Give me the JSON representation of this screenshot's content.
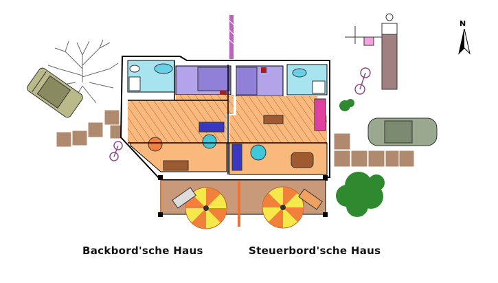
{
  "north": {
    "label": "N"
  },
  "captions": {
    "left": "Backbord'sche Haus",
    "right": "Steuerbord'sche Haus"
  },
  "colors": {
    "floor_orange": "#f9b97c",
    "hatch": "#b06030",
    "bath_blue": "#a8e4f0",
    "bed_lavender": "#b3a3e8",
    "terrace_brown": "#c89a7a",
    "paving": "#b08a6e",
    "tree_green": "#2f8a2f",
    "umbrella_yellow": "#f5e84a",
    "umbrella_orange": "#f0803a"
  },
  "icons": [
    "north-arrow-icon",
    "car-icon",
    "bicycle-icon",
    "tree-icon",
    "umbrella-icon",
    "swing-icon"
  ]
}
